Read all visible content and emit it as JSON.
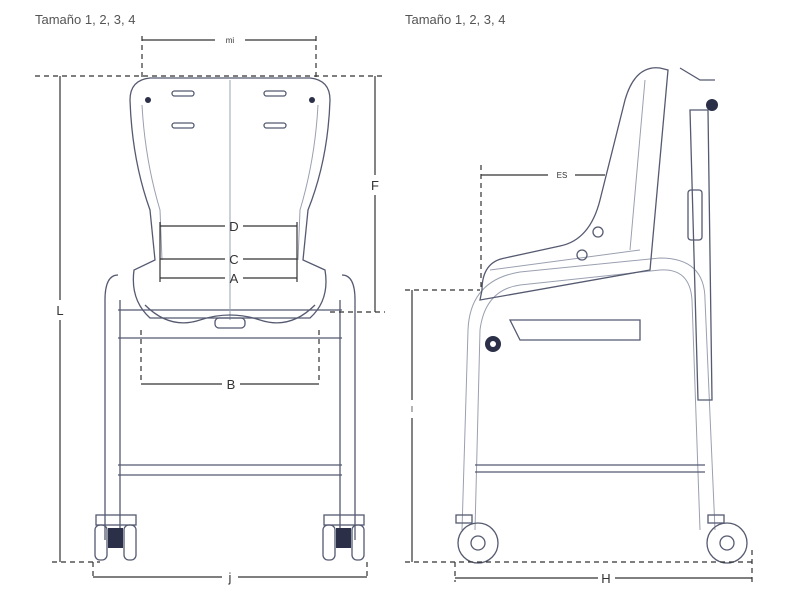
{
  "front_view": {
    "title": "Tamaño 1, 2, 3, 4",
    "dimensions": {
      "mi": "mi",
      "F": "F",
      "D": "D",
      "C": "C",
      "A": "A",
      "B": "B",
      "L": "L",
      "j": "j"
    }
  },
  "side_view": {
    "title": "Tamaño 1, 2, 3, 4",
    "dimensions": {
      "ES": "ES",
      "I": "I",
      "H": "H"
    }
  }
}
